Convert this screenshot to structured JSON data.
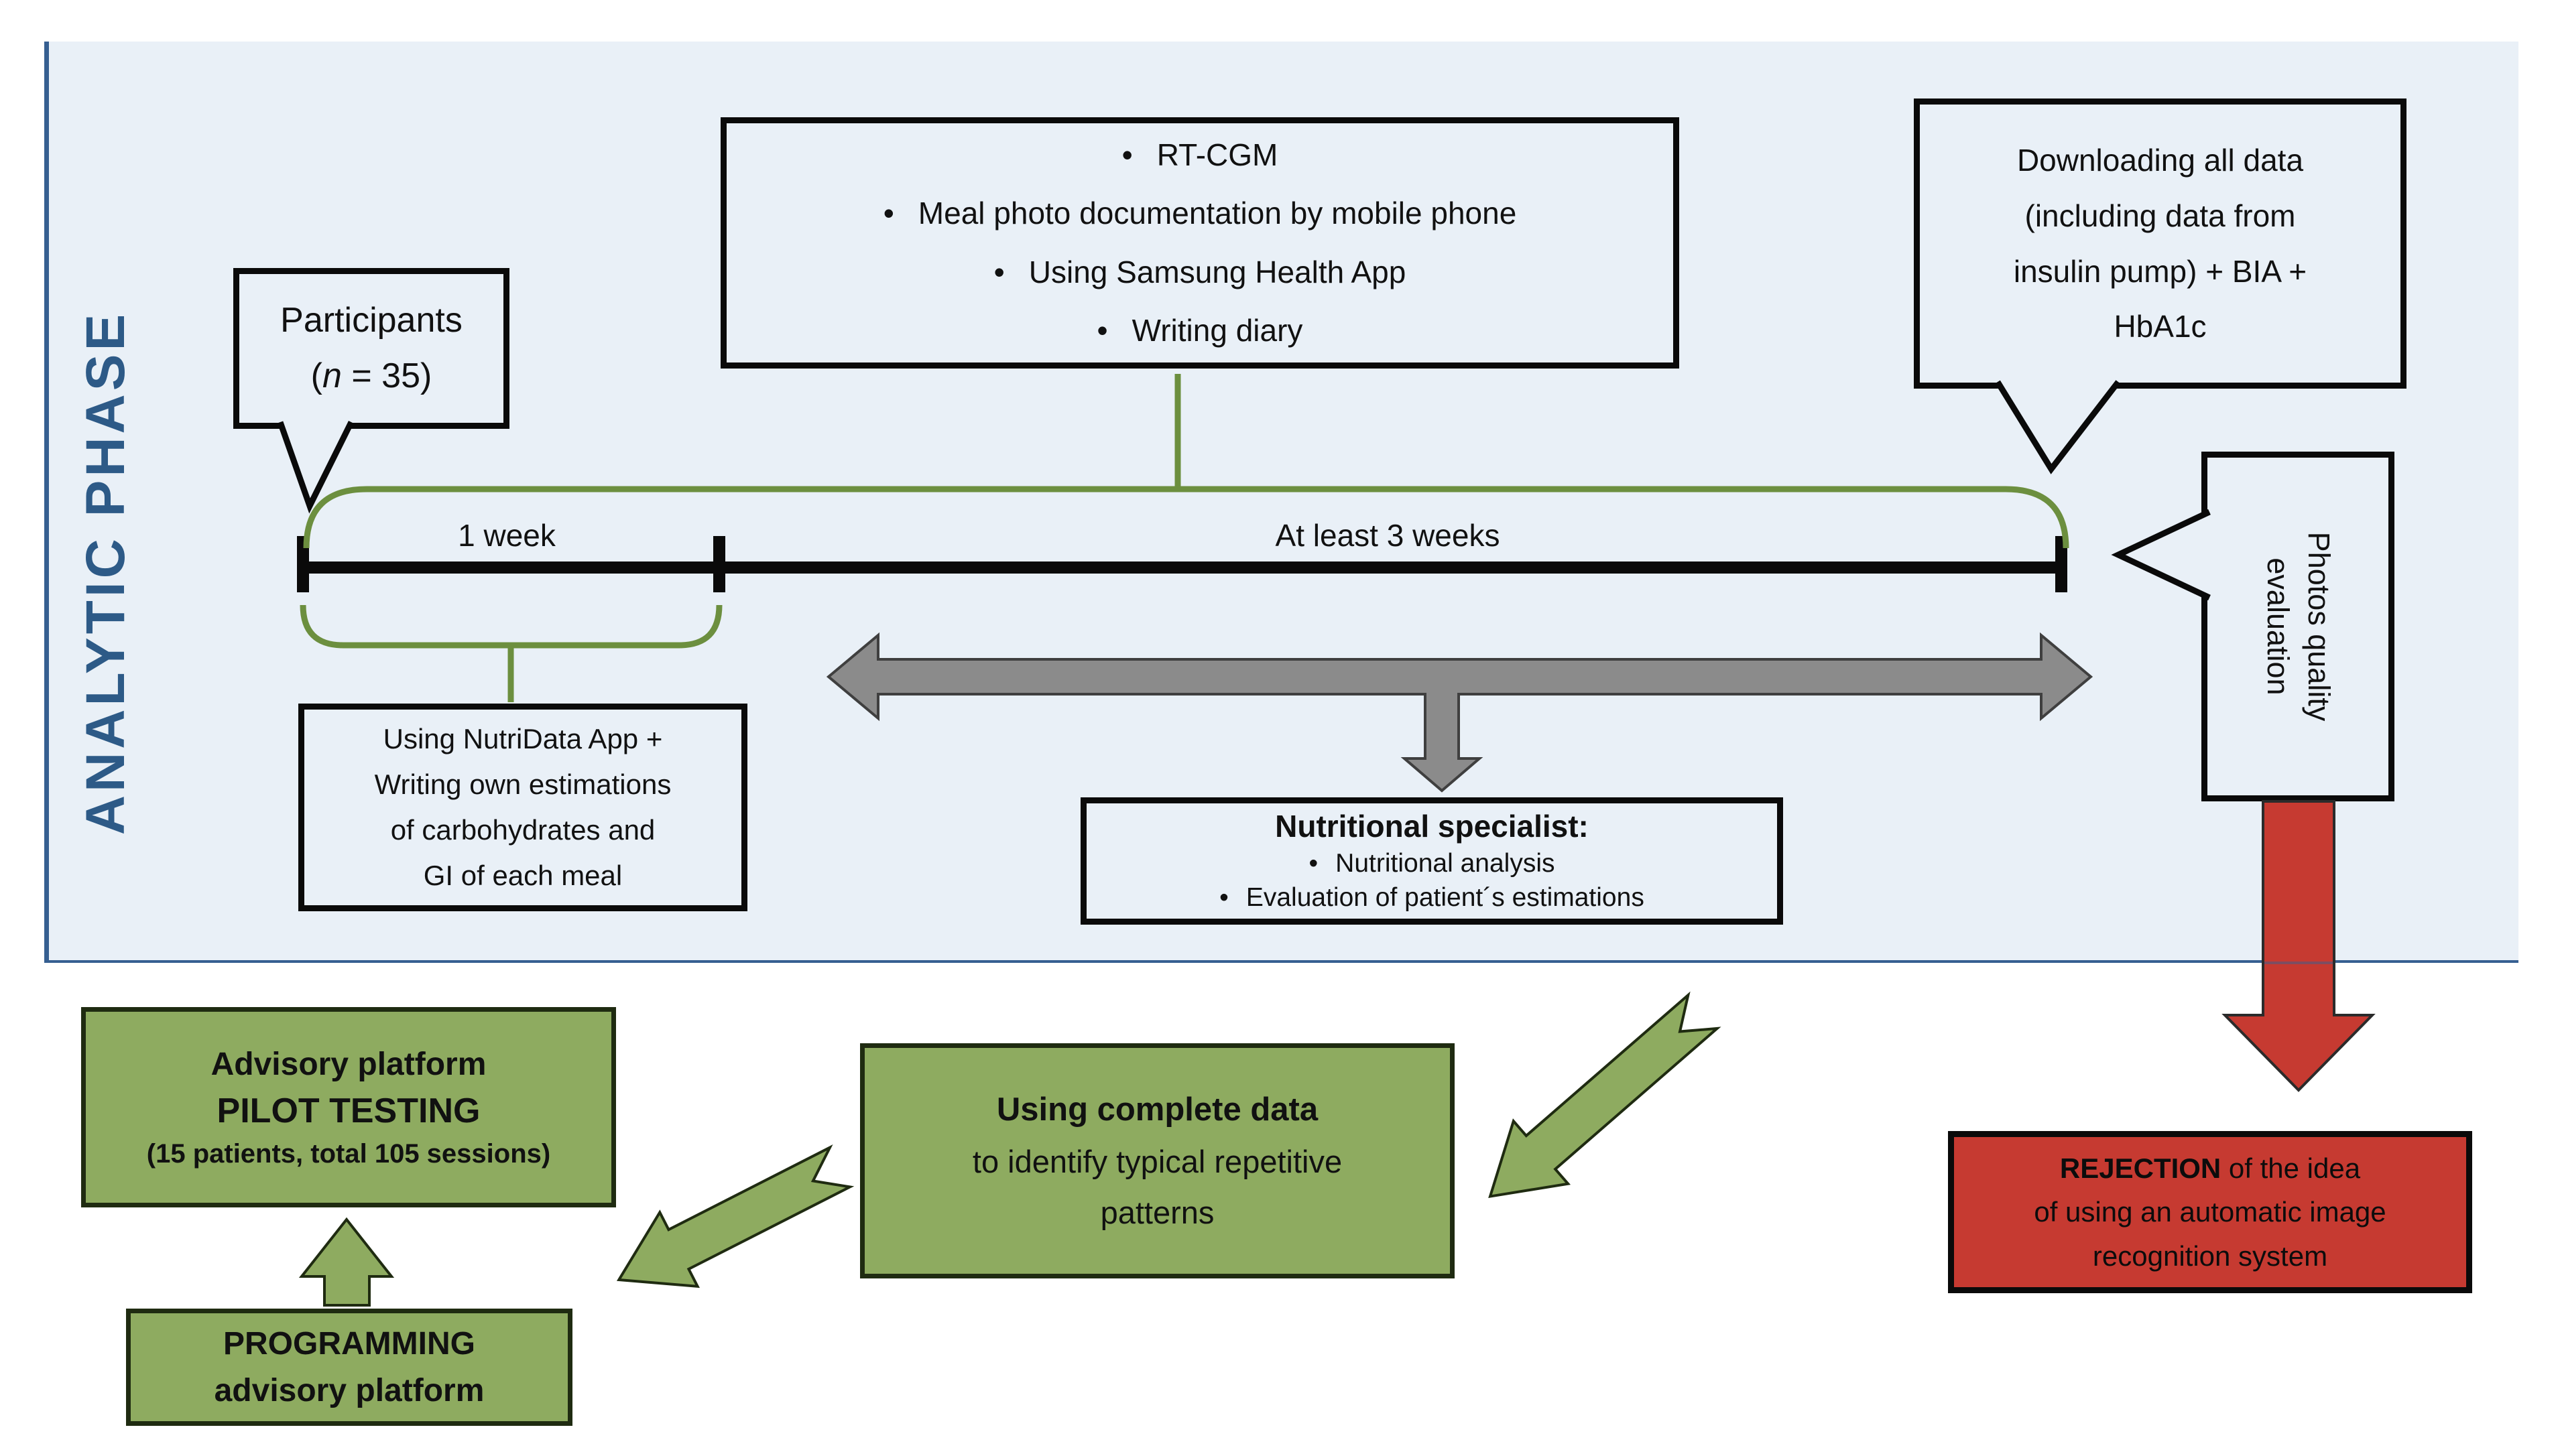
{
  "panel": {
    "label": "ANALYTIC PHASE"
  },
  "glyphs": {
    "bullet": "•"
  },
  "participants_callout": {
    "line1": "Participants",
    "n_pre": "(",
    "n_italic": "n",
    "n_post": " = 35)"
  },
  "activities_box": {
    "items": [
      "RT-CGM",
      "Meal photo documentation by mobile phone",
      "Using Samsung Health App",
      "Writing diary"
    ]
  },
  "download_callout": {
    "lines": [
      "Downloading all data",
      "(including data from",
      "insulin pump) + BIA +",
      "HbA1c"
    ]
  },
  "timeline": {
    "segment1_label": "1 week",
    "segment2_label": "At least 3 weeks"
  },
  "nutridata_box": {
    "lines": [
      "Using NutriData App +",
      "Writing own estimations",
      "of carbohydrates and",
      "GI of each meal"
    ]
  },
  "specialist_box": {
    "title": "Nutritional specialist:",
    "items": [
      "Nutritional analysis",
      "Evaluation of patient´s estimations"
    ]
  },
  "photos_callout": {
    "line1": "Photos quality",
    "line2": "evaluation"
  },
  "rejection_box": {
    "bold": "REJECTION",
    "line1_rest": " of the idea",
    "line2": "of using an automatic image",
    "line3": "recognition system"
  },
  "pilot_box": {
    "line1": "Advisory platform",
    "line2": "PILOT TESTING",
    "line3": "(15 patients, total 105 sessions)"
  },
  "complete_data_box": {
    "line1": "Using complete data",
    "line2": "to identify typical repetitive",
    "line3": "patterns"
  },
  "programming_box": {
    "line1": "PROGRAMMING",
    "line2": "advisory platform"
  },
  "colors": {
    "panel_bg": "#e9f0f7",
    "panel_border": "#365f91",
    "navy_text": "#2d5a87",
    "olive_line": "#6c8f3f",
    "green_fill": "#8eab60",
    "gray_fill": "#8b8b8b",
    "red_fill": "#c63a31"
  }
}
